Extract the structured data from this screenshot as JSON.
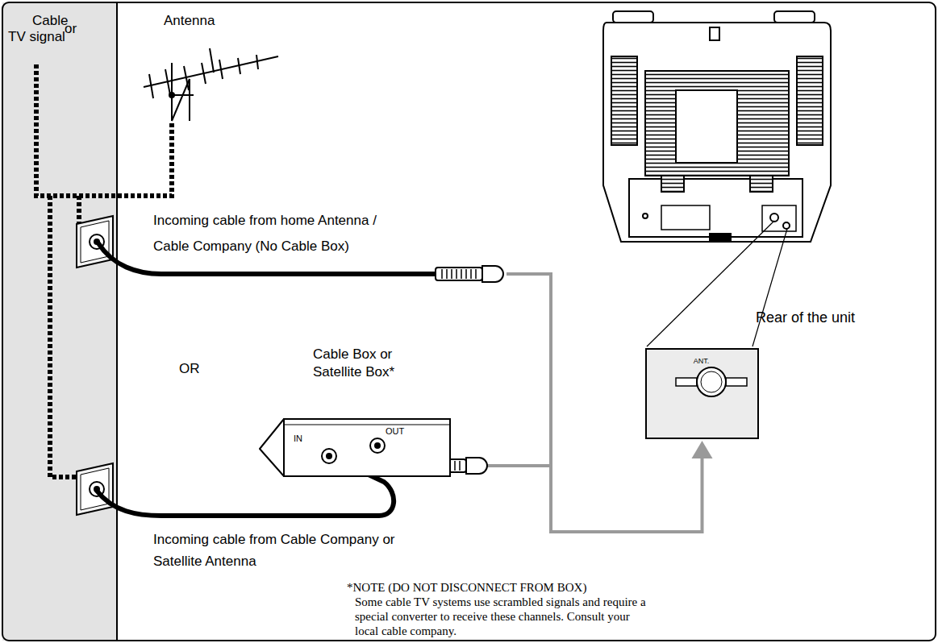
{
  "diagram": {
    "nodes": [
      {
        "text": [
          "Cable Box or Satellite Box*",
          "IN",
          "OUT"
        ]
      },
      {
        "text": [
          "ANT."
        ]
      }
    ],
    "edges": [
      {
        "from": 0,
        "to": 1,
        "arrow": "to"
      }
    ],
    "labels": [
      "Cable TV signal",
      "or",
      "Antenna",
      "Incoming cable from home Antenna / Cable Company (No Cable Box)",
      "OR",
      "Incoming cable from Cable Company or Satellite Antenna",
      "Rear of the unit",
      "*NOTE (DO NOT DISCONNECT FROM BOX)",
      "Some cable TV systems use scrambled signals and require a special converter to receive these channels. Consult your local cable company."
    ]
  }
}
